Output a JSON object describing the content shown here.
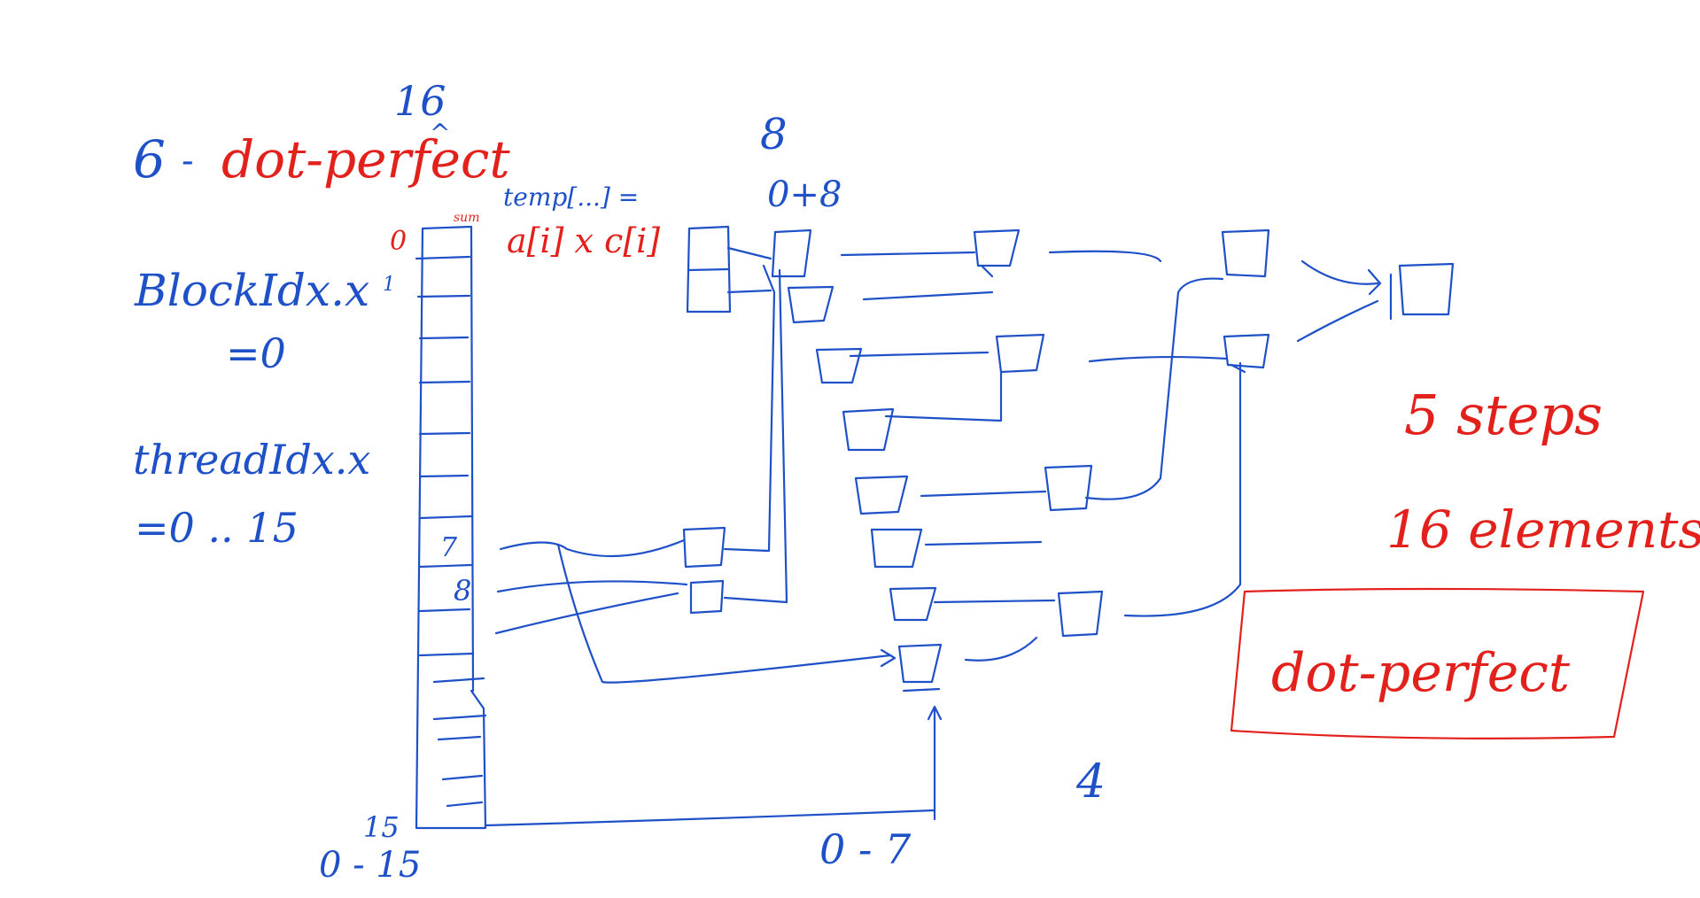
{
  "title": {
    "number": "6",
    "dash": "-",
    "name": "dot-perfect"
  },
  "top_labels": {
    "sixteen": "16",
    "caret": "^",
    "eight": "8",
    "zero_plus_eight": "0+8",
    "four": "4"
  },
  "left_notes": {
    "block_idx": "BlockIdx.x",
    "block_idx_value": "=0",
    "thread_idx": "threadIdx.x",
    "thread_idx_value": "=0 .. 15"
  },
  "array": {
    "index_zero": "0",
    "index_one": "1",
    "index_seven": "7",
    "index_eight": "8",
    "index_fifteen": "15",
    "sum_label": "sum",
    "bottom_range": "0 - 15"
  },
  "formula": {
    "temp": "temp[...] =",
    "expr": "a[i] x c[i]"
  },
  "reduction": {
    "range_label": "0 - 7"
  },
  "notes": {
    "steps": "5 steps",
    "elements": "16 elements",
    "boxed": "dot-perfect"
  },
  "colors": {
    "blue_ink": "#1e50c8",
    "red_ink": "#e3211c"
  }
}
